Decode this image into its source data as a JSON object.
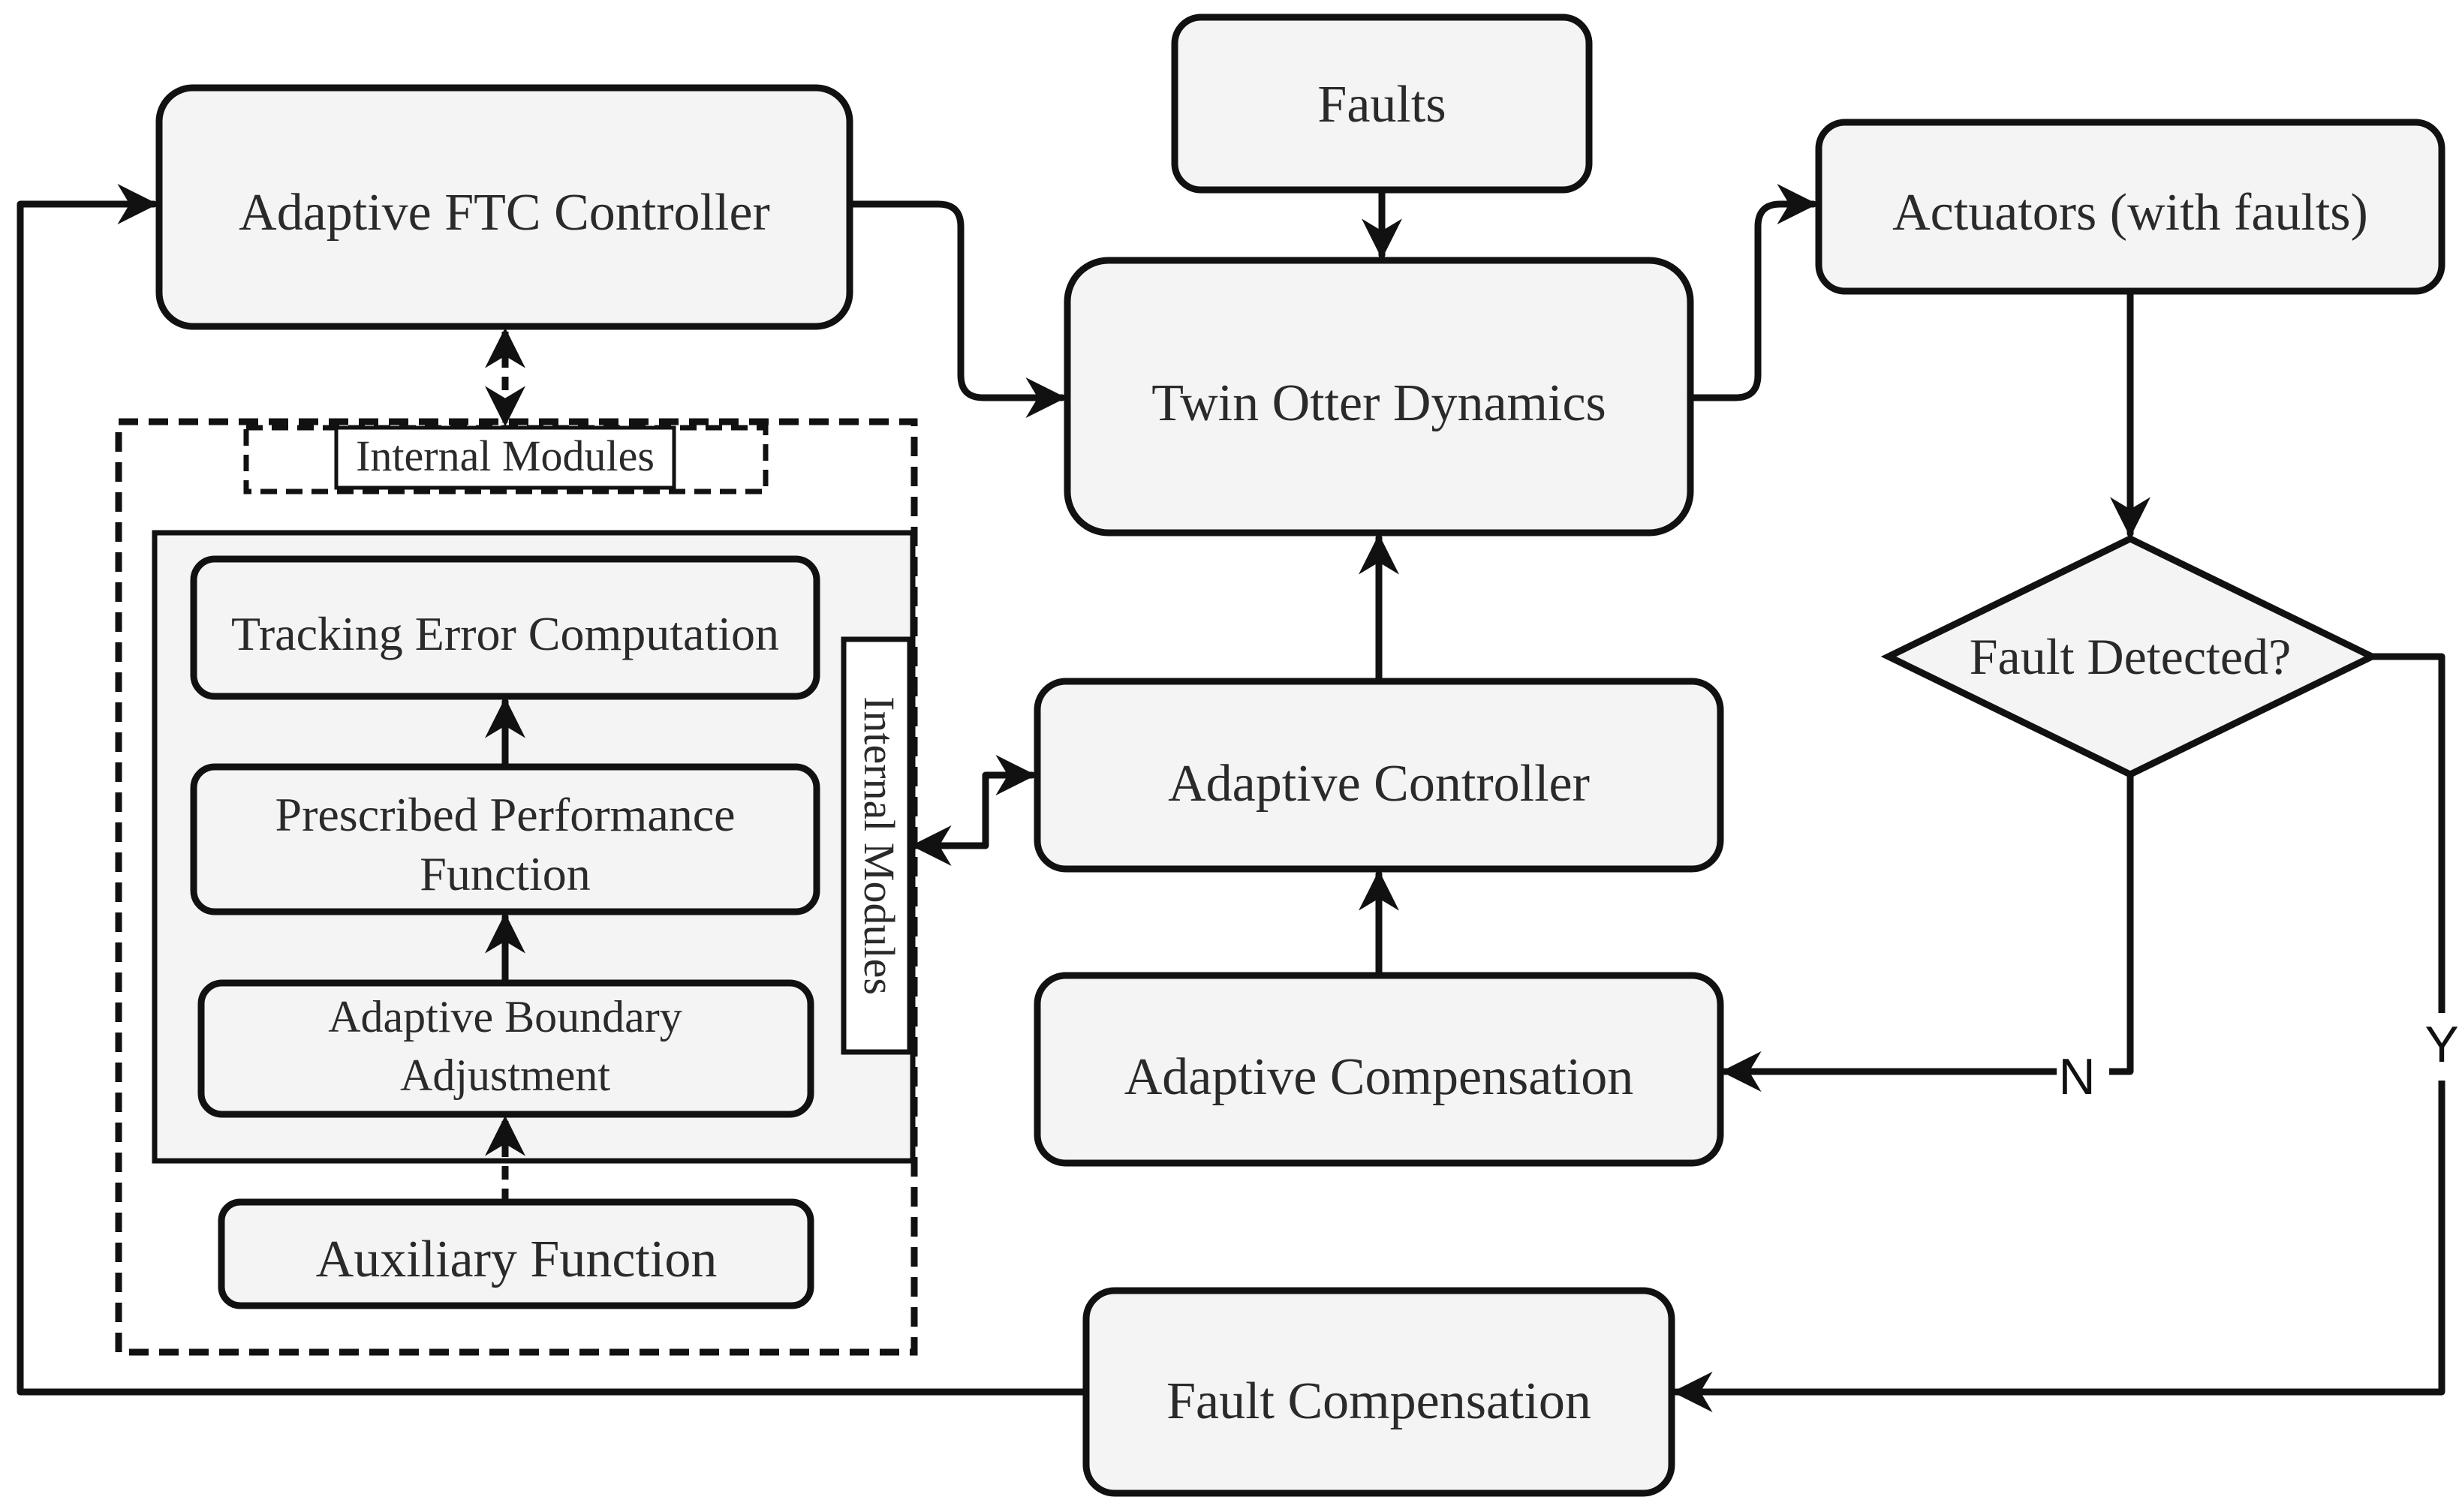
{
  "diagram": {
    "nodes": {
      "adaptive_ftc_controller": "Adaptive FTC Controller",
      "faults": "Faults",
      "twin_otter_dynamics": "Twin Otter Dynamics",
      "actuators": "Actuators (with faults)",
      "fault_detected": "Fault Detected?",
      "adaptive_controller": "Adaptive Controller",
      "adaptive_compensation": "Adaptive Compensation",
      "fault_compensation": "Fault Compensation",
      "internal_modules_top": "Internal Modules",
      "internal_modules_side": "Internal Modules",
      "tracking_error": "Tracking Error Computation",
      "prescribed_perf_line1": "Prescribed Performance",
      "prescribed_perf_line2": "Function",
      "adaptive_boundary_line1": "Adaptive Boundary",
      "adaptive_boundary_line2": "Adjustment",
      "auxiliary_function": "Auxiliary Function"
    },
    "edge_labels": {
      "no": "N",
      "yes": "Y"
    }
  }
}
